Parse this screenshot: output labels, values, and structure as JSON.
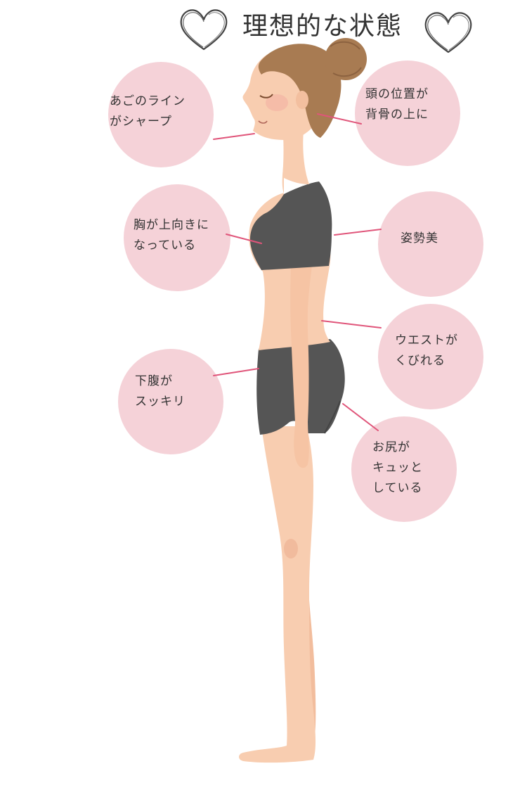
{
  "title": "理想的な状態",
  "colors": {
    "bubble": "#f5d2d8",
    "leader_line": "#e0557a",
    "skin": "#f8cdb0",
    "hair": "#a87b52",
    "garment": "#555555"
  },
  "bubbles": [
    {
      "label": "あごのライン\nがシャープ"
    },
    {
      "label": "頭の位置が\n背骨の上に"
    },
    {
      "label": "胸が上向きに\nなっている"
    },
    {
      "label": "姿勢美"
    },
    {
      "label": "ウエストが\nくびれる"
    },
    {
      "label": "下腹が\nスッキリ"
    },
    {
      "label": "お尻が\nキュッと\nしている"
    }
  ]
}
